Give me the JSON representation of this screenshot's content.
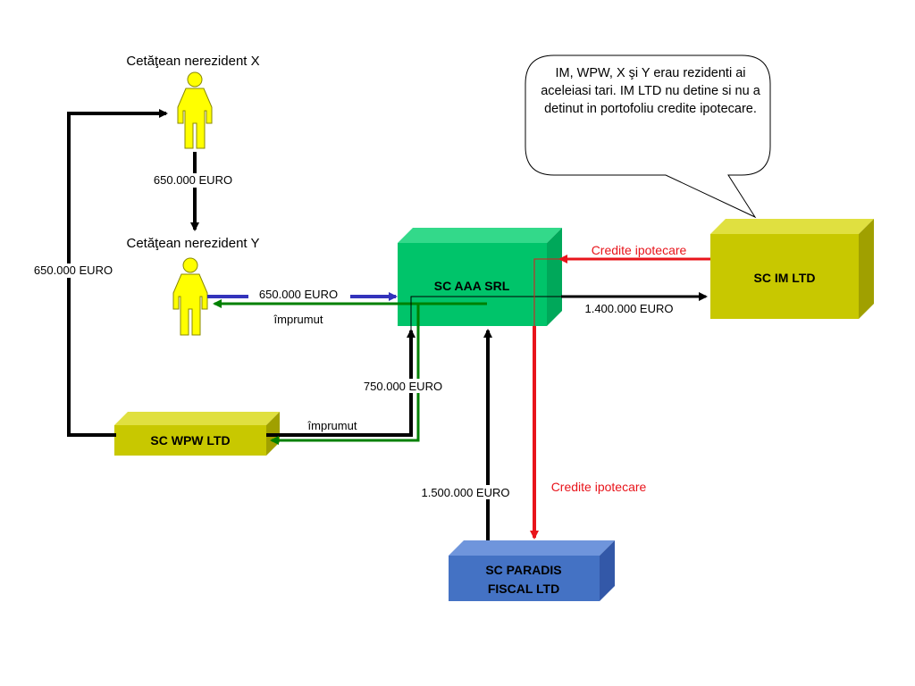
{
  "persons": {
    "x": {
      "label": "Cetăţean nerezident X"
    },
    "y": {
      "label": "Cetăţean nerezident Y"
    }
  },
  "boxes": {
    "aaa": {
      "label": "SC  AAA SRL"
    },
    "im": {
      "label": "SC  IM LTD"
    },
    "wpw": {
      "label": "SC  WPW LTD"
    },
    "paradis": {
      "line1": "SC  PARADIS",
      "line2": "FISCAL LTD"
    }
  },
  "flows": {
    "x_to_y": "650.000 EURO",
    "wpw_to_x": "650.000 EURO",
    "y_to_aaa": "650.000 EURO",
    "aaa_to_y": "împrumut",
    "aaa_to_im": "1.400.000 EURO",
    "im_to_aaa": "Credite ipotecare",
    "wpw_to_aaa": "750.000 EURO",
    "aaa_to_wpw": "împrumut",
    "paradis_to_aaa": "1.500.000 EURO",
    "aaa_to_paradis": "Credite ipotecare"
  },
  "callout": {
    "text": "IM, WPW, X şi Y erau rezidenti ai aceleiasi tari. IM LTD nu detine si nu a detinut in portofoliu credite ipotecare."
  },
  "colors": {
    "green_box": "#00c46a",
    "olive_box": "#c8c800",
    "blue_box": "#4472c4",
    "person": "#ffff00",
    "arrow_black": "#000000",
    "arrow_blue": "#3333bb",
    "arrow_green": "#008000",
    "arrow_red": "#e8141b"
  }
}
